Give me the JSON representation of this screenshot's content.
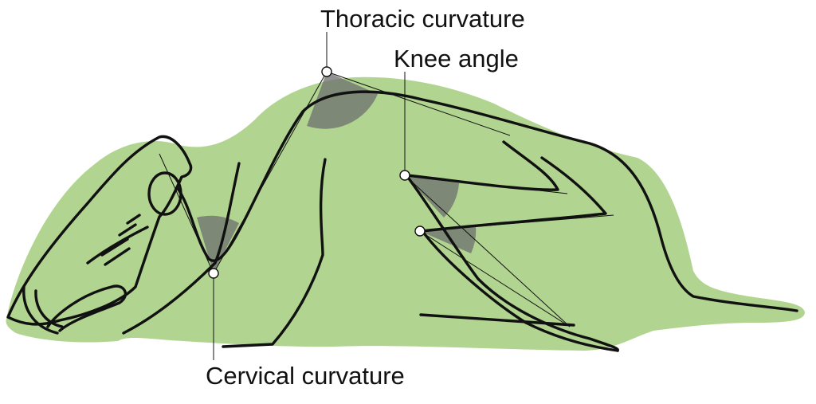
{
  "labels": {
    "thoracic": "Thoracic curvature",
    "knee": "Knee angle",
    "cervical": "Cervical curvature"
  },
  "colors": {
    "body_fill": "#b1d591",
    "outline": "#111111",
    "angle_fill": "#6e6e6e",
    "marker_fill": "#ffffff"
  }
}
